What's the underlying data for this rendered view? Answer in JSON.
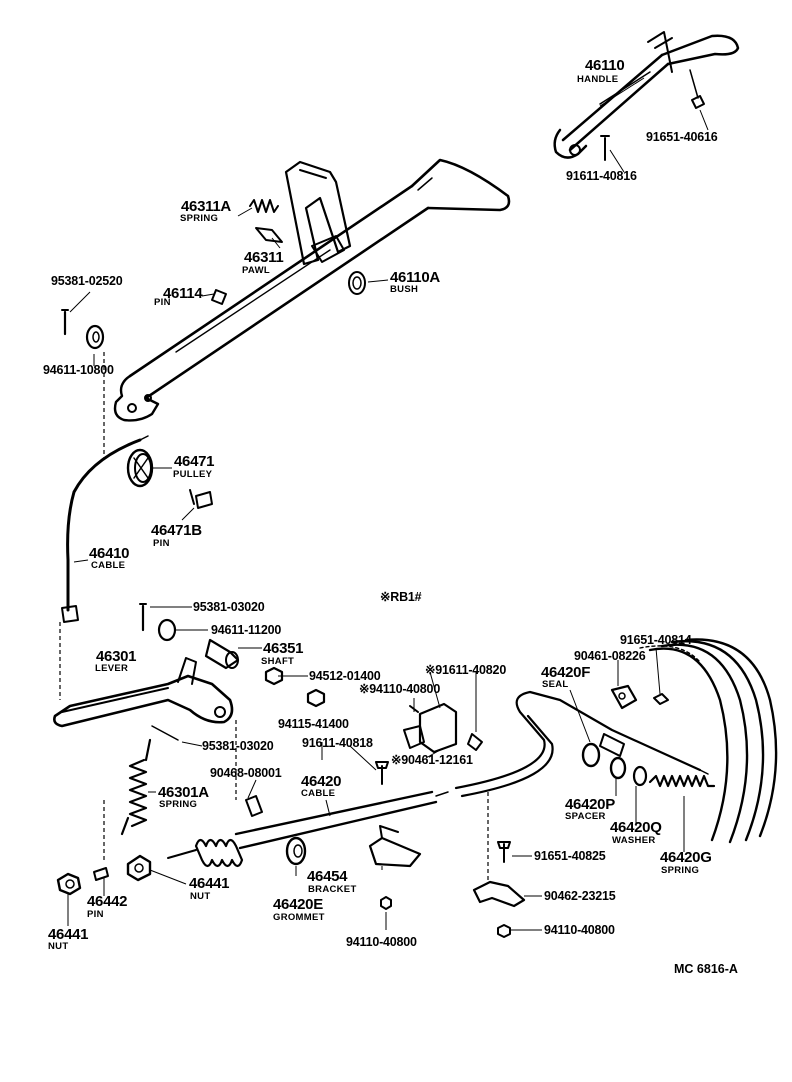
{
  "legend_mark": "※RB1#",
  "drawing_code": "MC 6816-A",
  "parts": [
    {
      "id": "handle",
      "number": "46110",
      "name": "HANDLE"
    },
    {
      "id": "b16",
      "number": "91651-40616",
      "name": ""
    },
    {
      "id": "b16b",
      "number": "91611-40816",
      "name": ""
    },
    {
      "id": "spring1",
      "number": "46311A",
      "name": "SPRING"
    },
    {
      "id": "pawl",
      "number": "46311",
      "name": "PAWL"
    },
    {
      "id": "bush",
      "number": "46110A",
      "name": "BUSH"
    },
    {
      "id": "pin1",
      "number": "46114",
      "name": "PIN"
    },
    {
      "id": "p95381a",
      "number": "95381-02520",
      "name": ""
    },
    {
      "id": "p94611a",
      "number": "94611-10800",
      "name": ""
    },
    {
      "id": "pulley",
      "number": "46471",
      "name": "PULLEY"
    },
    {
      "id": "pin2",
      "number": "46471B",
      "name": "PIN"
    },
    {
      "id": "cable1",
      "number": "46410",
      "name": "CABLE"
    },
    {
      "id": "p95381b",
      "number": "95381-03020",
      "name": ""
    },
    {
      "id": "p94611b",
      "number": "94611-11200",
      "name": ""
    },
    {
      "id": "lever",
      "number": "46301",
      "name": "LEVER"
    },
    {
      "id": "shaft",
      "number": "46351",
      "name": "SHAFT"
    },
    {
      "id": "p94512",
      "number": "94512-01400",
      "name": ""
    },
    {
      "id": "p94110a",
      "number": "※94110-40800",
      "name": ""
    },
    {
      "id": "p91611a",
      "number": "※91611-40820",
      "name": ""
    },
    {
      "id": "p94115",
      "number": "94115-41400",
      "name": ""
    },
    {
      "id": "p95381c",
      "number": "95381-03020",
      "name": ""
    },
    {
      "id": "p91611b",
      "number": "91611-40818",
      "name": ""
    },
    {
      "id": "p90461a",
      "number": "※90461-12161",
      "name": ""
    },
    {
      "id": "spring2",
      "number": "46301A",
      "name": "SPRING"
    },
    {
      "id": "p90468",
      "number": "90468-08001",
      "name": ""
    },
    {
      "id": "cable2",
      "number": "46420",
      "name": "CABLE"
    },
    {
      "id": "seal",
      "number": "46420F",
      "name": "SEAL"
    },
    {
      "id": "p90461b",
      "number": "90461-08226",
      "name": ""
    },
    {
      "id": "p91651b",
      "number": "91651-40814",
      "name": ""
    },
    {
      "id": "spacer",
      "number": "46420P",
      "name": "SPACER"
    },
    {
      "id": "washer",
      "number": "46420Q",
      "name": "WASHER"
    },
    {
      "id": "spring3",
      "number": "46420G",
      "name": "SPRING"
    },
    {
      "id": "p91651c",
      "number": "91651-40825",
      "name": ""
    },
    {
      "id": "bracket",
      "number": "46454",
      "name": "BRACKET"
    },
    {
      "id": "grommet",
      "number": "46420E",
      "name": "GROMMET"
    },
    {
      "id": "nut1",
      "number": "46441",
      "name": "NUT"
    },
    {
      "id": "pin3",
      "number": "46442",
      "name": "PIN"
    },
    {
      "id": "nut2",
      "number": "46441",
      "name": "NUT"
    },
    {
      "id": "p90462",
      "number": "90462-23215",
      "name": ""
    },
    {
      "id": "p94110b",
      "number": "94110-40800",
      "name": ""
    },
    {
      "id": "p94110c",
      "number": "94110-40800",
      "name": ""
    }
  ]
}
